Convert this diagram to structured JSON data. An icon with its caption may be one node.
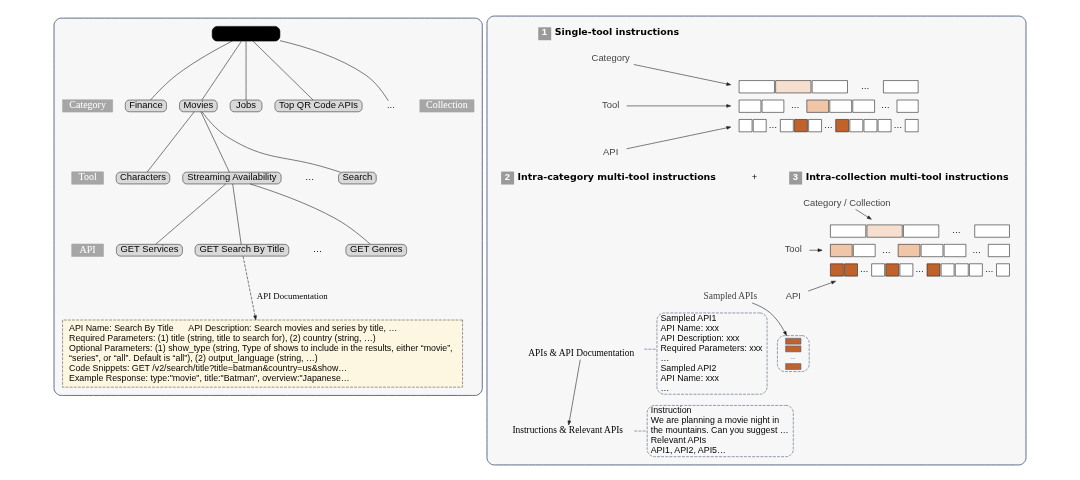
{
  "diagram": {
    "nodes": [
      {
        "text": [],
        "shape": "box"
      },
      {
        "text": [],
        "shape": "box",
        "in": 0
      },
      {
        "text": [
          "Category"
        ],
        "in": 0
      },
      {
        "text": [
          "Collection"
        ],
        "in": 0
      },
      {
        "text": [
          "Finance"
        ],
        "in": 0
      },
      {
        "text": [
          "Movies"
        ],
        "in": 0
      },
      {
        "text": [
          "Jobs"
        ],
        "in": 0
      },
      {
        "text": [
          "Top QR Code APIs"
        ],
        "in": 0
      },
      {
        "text": [
          "…"
        ],
        "in": 0
      },
      {
        "text": [
          "Tool"
        ],
        "in": 0
      },
      {
        "text": [
          "Characters"
        ],
        "in": 0
      },
      {
        "text": [
          "Streaming Availability"
        ],
        "in": 0
      },
      {
        "text": [
          "Search"
        ],
        "in": 0
      },
      {
        "text": [
          "API"
        ],
        "in": 0
      },
      {
        "text": [
          "GET Services"
        ],
        "in": 0
      },
      {
        "text": [
          "GET Search By Title"
        ],
        "in": 0
      },
      {
        "text": [
          "GET Genres"
        ],
        "in": 0
      },
      {
        "text": [
          "API Name: Search By Title      API Description: Search movies and series by title, …",
          "Required Parameters: (1) title (string, title to search for), (2) country (string, …)",
          "Optional Parameters: (1) show_type (string, Type of shows to include in the results, either “movie”, “series”, or “all”. Default is “all”), (2) output_language (string, …)",
          "Code Snippets: GET /v2/search/title?title=batman&country=us&show…",
          "Example Response: type:\"movie\", title:\"Batman\", overview:\"Japanese…"
        ],
        "in": 0
      },
      {
        "text": [],
        "shape": "box"
      },
      {
        "text": [
          "1"
        ],
        "beside": [
          "Single-tool instructions"
        ],
        "in": 18
      },
      {
        "text": [
          "Category"
        ],
        "in": 18
      },
      {
        "text": [
          "Tool"
        ],
        "in": 18
      },
      {
        "text": [
          "API"
        ],
        "in": 18
      },
      {
        "text": [
          "…",
          "…",
          "…",
          "…",
          "…",
          "…"
        ],
        "in": 18
      },
      {
        "text": [
          "2"
        ],
        "beside": [
          "Intra-category multi-tool instructions"
        ],
        "in": 18
      },
      {
        "text": [
          "3"
        ],
        "beside": [
          "Intra-collection multi-tool instructions"
        ],
        "in": 18
      },
      {
        "text": [
          "Category / Collection"
        ],
        "in": 18
      },
      {
        "text": [
          "Tool"
        ],
        "in": 18
      },
      {
        "text": [
          "API"
        ],
        "in": 18
      },
      {
        "text": [
          "…",
          "…",
          "…",
          "…",
          "…",
          "…"
        ],
        "in": 18
      },
      {
        "text": [
          "Sampled APIs"
        ],
        "in": 18
      },
      {
        "text": [
          "…"
        ],
        "in": 18
      },
      {
        "text": [
          "APIs & API Documentation"
        ],
        "in": 18
      },
      {
        "text": [
          "Instructions & Relevant APIs"
        ],
        "in": 18
      },
      {
        "text": [
          "Sampled API1",
          "API Name: xxx",
          "API Description: xxx",
          "Required Parameters: xxx",
          "…",
          "Sampled API2",
          "API Name: xxx",
          "…"
        ],
        "in": 18
      },
      {
        "text": [
          "Instruction",
          "We are planning a movie night in the mountains. Can you suggest …",
          "Relevant APIs",
          "API1, API2, API5…"
        ],
        "in": 18
      }
    ],
    "edges": [
      {
        "from": 1,
        "to": 4,
        "arrow": "none"
      },
      {
        "from": 1,
        "to": 5,
        "arrow": "none"
      },
      {
        "from": 1,
        "to": 6,
        "arrow": "none"
      },
      {
        "from": 1,
        "to": 7,
        "arrow": "none"
      },
      {
        "from": 1,
        "to": 8,
        "arrow": "none"
      },
      {
        "from": 5,
        "to": 10,
        "arrow": "none"
      },
      {
        "from": 5,
        "to": 11,
        "arrow": "none"
      },
      {
        "from": 5,
        "to": 12,
        "arrow": "none"
      },
      {
        "from": 11,
        "to": 14,
        "arrow": "none"
      },
      {
        "from": 11,
        "to": 15,
        "arrow": "none"
      },
      {
        "from": 11,
        "to": 16,
        "arrow": "none"
      },
      {
        "from": 15,
        "to": 17,
        "arrow": "to",
        "style": "dashed",
        "label": "API Documentation"
      },
      {
        "from": 20,
        "to": 23,
        "arrow": "to"
      },
      {
        "from": 21,
        "to": 23,
        "arrow": "to"
      },
      {
        "from": 22,
        "to": 23,
        "arrow": "to"
      },
      {
        "from": 26,
        "to": 29,
        "arrow": "to"
      },
      {
        "from": 27,
        "to": 29,
        "arrow": "to"
      },
      {
        "from": 28,
        "to": 29,
        "arrow": "to"
      },
      {
        "from": 30,
        "to": 31,
        "arrow": "to"
      },
      {
        "from": 32,
        "to": 33,
        "arrow": "to"
      },
      {
        "from": 32,
        "to": 34,
        "arrow": "none",
        "style": "dashed",
        "color": "#4a5a7a"
      },
      {
        "from": 33,
        "to": 35,
        "arrow": "none",
        "style": "dashed",
        "color": "#4a5a7a"
      }
    ],
    "labels": [
      "…",
      "…",
      "+"
    ]
  }
}
